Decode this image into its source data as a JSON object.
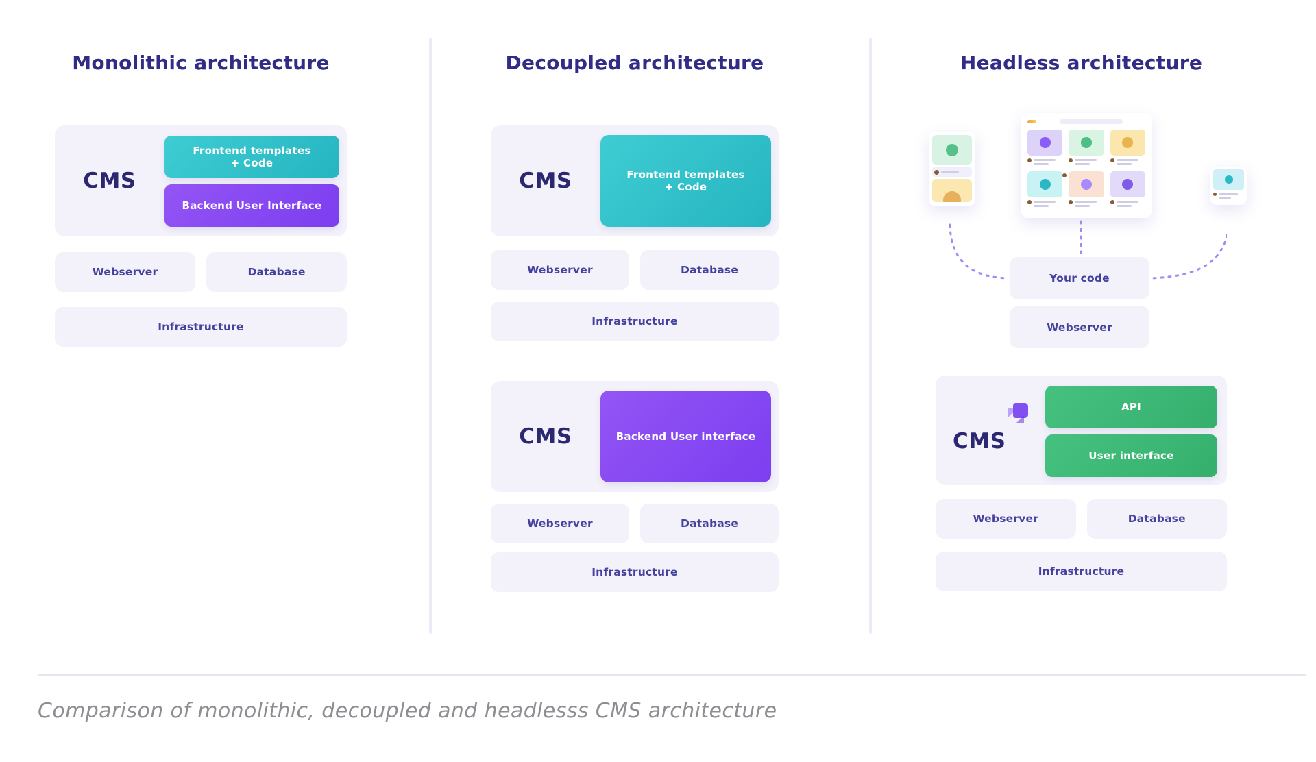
{
  "panels": {
    "monolithic": {
      "title": "Monolithic architecture",
      "cms": "CMS",
      "frontend": "Frontend templates\n+ Code",
      "backend": "Backend User Interface"
    },
    "decoupled": {
      "title": "Decoupled architecture",
      "cms": "CMS",
      "frontend": "Frontend templates\n+ Code",
      "backend": "Backend User interface"
    },
    "headless": {
      "title": "Headless architecture",
      "your_code": "Your code",
      "webserver": "Webserver",
      "cms": "CMS",
      "api": "API",
      "user_interface": "User interface"
    }
  },
  "labels": {
    "webserver": "Webserver",
    "database": "Database",
    "infrastructure": "Infrastructure"
  },
  "caption": "Comparison of monolithic, decoupled and headlesss CMS architecture",
  "colors": {
    "teal": "#2fc1c9",
    "purple": "#8a4bf0",
    "green": "#3eba77",
    "boxbg": "#f3f2fb",
    "title": "#312d86",
    "label": "#45429e",
    "dash": "#9c8df5",
    "caption": "#8d8d92",
    "rule": "#e6e5f0",
    "divider": "#eceaf7"
  }
}
